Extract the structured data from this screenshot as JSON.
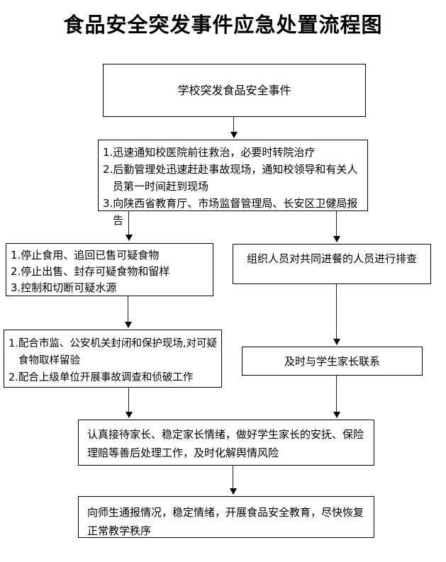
{
  "title": "食品安全突发事件应急处置流程图",
  "colors": {
    "background": "#ffffff",
    "text": "#000000",
    "box_border": "#000000",
    "arrow": "#1f1f1f"
  },
  "nodes": {
    "incident": {
      "text": "学校突发食品安全事件"
    },
    "first_response": {
      "items": [
        "1.迅速通知校医院前往救治，必要时转院治疗",
        "2.后勤管理处迅速赶赴事故现场，通知校领导和有关人员第一时间赶到现场",
        "3.向陕西省教育厅、市场监督管理局、长安区卫健局报告"
      ]
    },
    "containment": {
      "items": [
        "1.停止食用、追回已售可疑食物",
        "2.停止出售、封存可疑食物和留样",
        "3.控制和切断可疑水源"
      ]
    },
    "screening": {
      "text": "组织人员对共同进餐的人员进行排查"
    },
    "investigation": {
      "items": [
        "1.配合市监、公安机关封闭和保护现场,对可疑食物取样留验",
        "2.配合上级单位开展事故调查和侦破工作"
      ]
    },
    "contact_parents": {
      "text": "及时与学生家长联系"
    },
    "aftercare": {
      "text": "认真接待家长、稳定家长情绪，做好学生家长的安抚、保险理赔等善后处理工作，及时化解舆情风险"
    },
    "restore_order": {
      "text": "向师生通报情况，稳定情绪，开展食品安全教育，尽快恢复正常教学秩序"
    }
  }
}
